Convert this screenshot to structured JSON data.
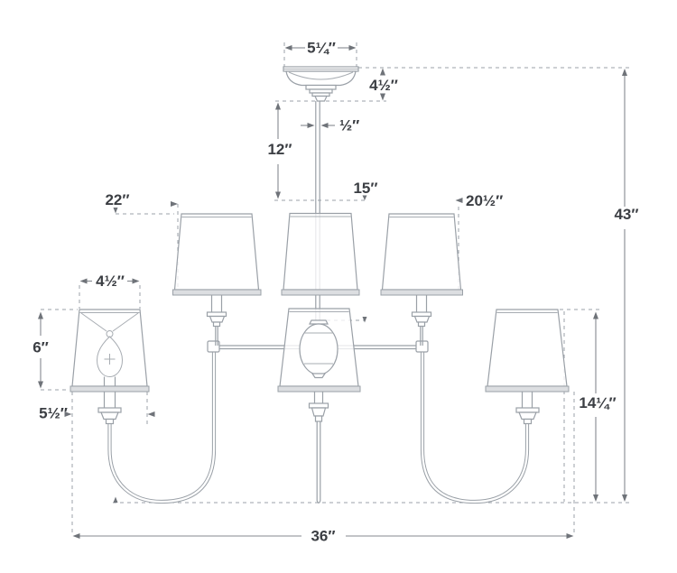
{
  "diagram": {
    "kind": "chandelier-dimension-line-drawing",
    "units": "inches"
  },
  "colors": {
    "background": "#ffffff",
    "drawing_line": "#9aa0a7",
    "dashed_guide": "#9ba1a8",
    "dimension_line": "#85898f",
    "label_text": "#3b3e43",
    "shade_band_fill": "#dcdee1"
  },
  "dimensions": {
    "canopy_width": "5¼″",
    "canopy_height": "4½″",
    "rod_width": "½″",
    "rod_length": "12″",
    "center_drop": "15″",
    "upper_tier_width": "22″",
    "upper_tier_right_width": "20½″",
    "shade_top_width": "4½″",
    "shade_height": "6″",
    "shade_bottom_width": "5½″",
    "overall_height": "43″",
    "lower_section_height": "14¼″",
    "overall_width": "36″"
  }
}
